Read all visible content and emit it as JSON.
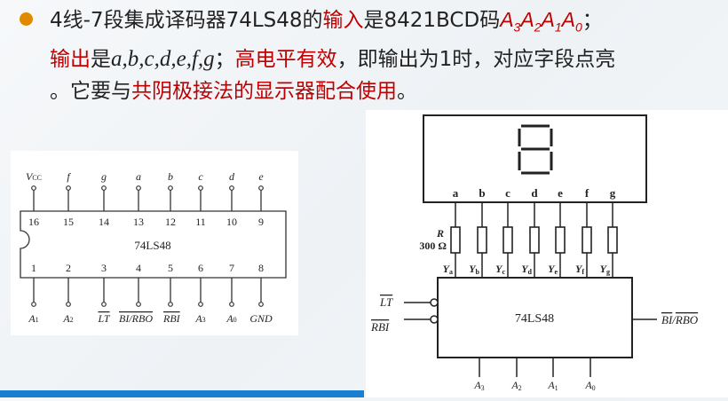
{
  "bullet_text": {
    "line1_a": "4线-7段集成译码器74LS48的",
    "line1_red": "输入",
    "line1_b": "是8421BCD码",
    "inputs_var": [
      "A",
      "3",
      "A",
      "2",
      "A",
      "1",
      "A",
      "0"
    ],
    "line1_end": "；",
    "line2_red": "输出",
    "line2_a": "是",
    "outputs_var": "a,b,c,d,e,f,g",
    "line2_b": "；",
    "line2_red2": "高电平有效",
    "line2_c": "，即输出为1时，对应字段点亮",
    "line3_a": "。它要与",
    "line3_red": "共阴极接法的显示器配合使用",
    "line3_b": "。"
  },
  "pinout": {
    "chip_label": "74LS48",
    "top_pins": [
      {
        "num": "16",
        "name": "V",
        "sub": "CC"
      },
      {
        "num": "15",
        "name": "f",
        "sub": ""
      },
      {
        "num": "14",
        "name": "g",
        "sub": ""
      },
      {
        "num": "13",
        "name": "a",
        "sub": ""
      },
      {
        "num": "12",
        "name": "b",
        "sub": ""
      },
      {
        "num": "11",
        "name": "c",
        "sub": ""
      },
      {
        "num": "10",
        "name": "d",
        "sub": ""
      },
      {
        "num": "9",
        "name": "e",
        "sub": ""
      }
    ],
    "bottom_pins": [
      {
        "num": "1",
        "name": "A",
        "sub": "1"
      },
      {
        "num": "2",
        "name": "A",
        "sub": "2"
      },
      {
        "num": "3",
        "name": "LT",
        "sub": ""
      },
      {
        "num": "4",
        "name": "BI/RBO",
        "sub": ""
      },
      {
        "num": "5",
        "name": "RBI",
        "sub": ""
      },
      {
        "num": "6",
        "name": "A",
        "sub": "3"
      },
      {
        "num": "7",
        "name": "A",
        "sub": "0"
      },
      {
        "num": "8",
        "name": "GND",
        "sub": ""
      }
    ]
  },
  "circuit": {
    "chip_label": "74LS48",
    "segments": [
      "a",
      "b",
      "c",
      "d",
      "e",
      "f",
      "g"
    ],
    "outputs": [
      "a",
      "b",
      "c",
      "d",
      "e",
      "f",
      "g"
    ],
    "output_prefix": "Y",
    "resistor_label": "R",
    "resistor_value": "300 Ω",
    "left_inputs": [
      "LT",
      "RBI"
    ],
    "right_output_bi": "BI",
    "right_output_sep": "/",
    "right_output_rbo": "RBO",
    "bottom_inputs": [
      {
        "name": "A",
        "sub": "3"
      },
      {
        "name": "A",
        "sub": "2"
      },
      {
        "name": "A",
        "sub": "1"
      },
      {
        "name": "A",
        "sub": "0"
      }
    ]
  },
  "colors": {
    "accent_red": "#c00000",
    "bullet": "#e08a00",
    "bar": "#1a7fd0"
  }
}
